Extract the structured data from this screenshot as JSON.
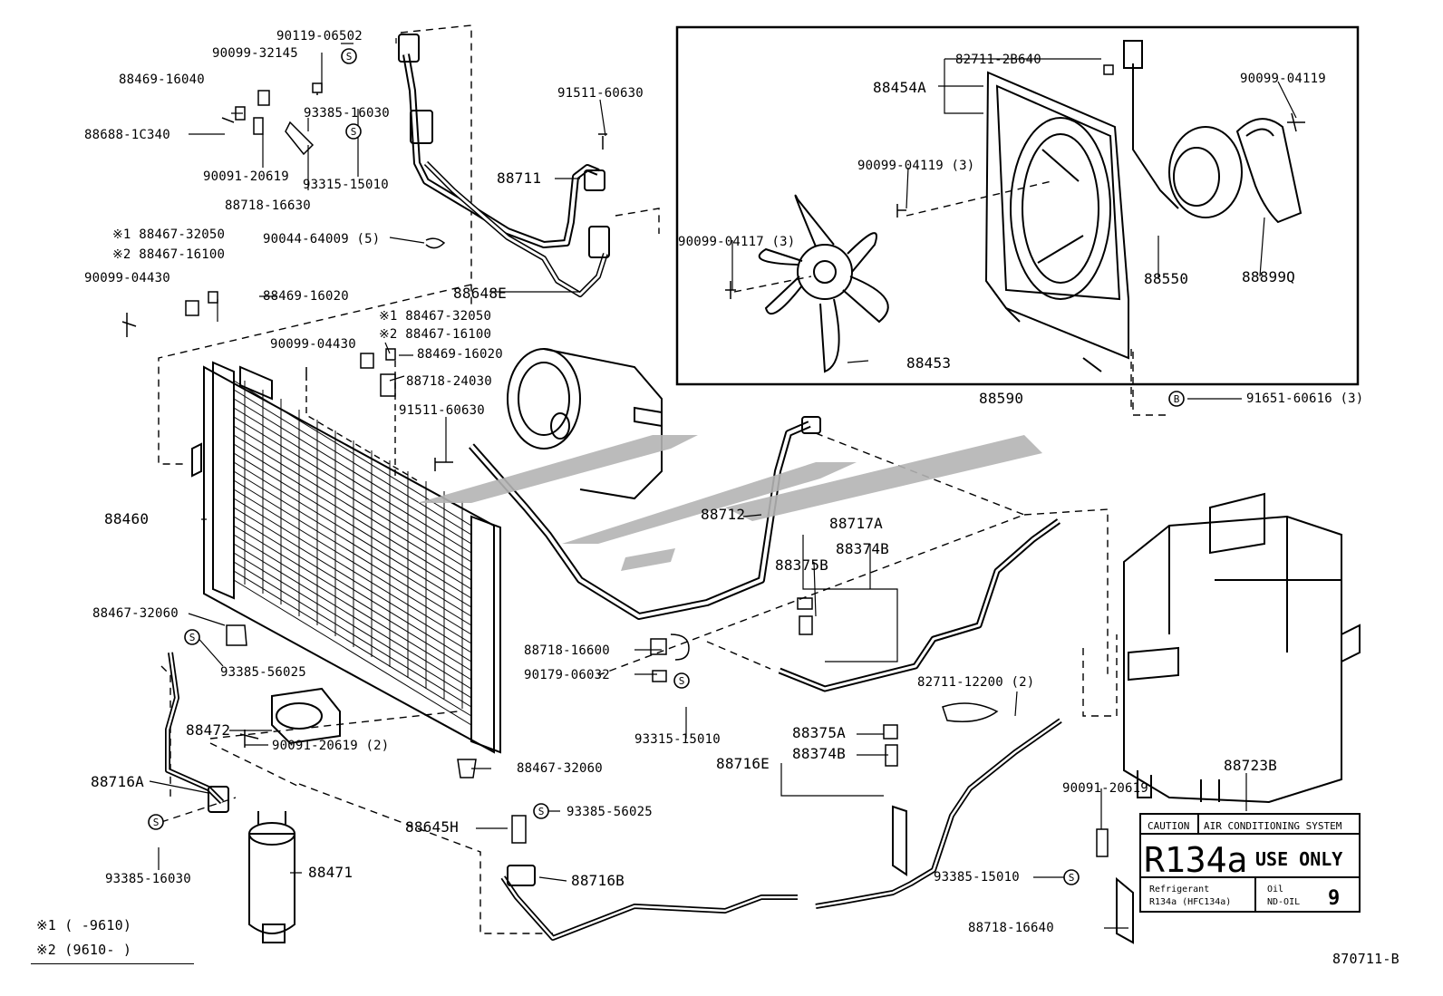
{
  "parts": {
    "p01": "90119-06502",
    "p02": "90099-32145",
    "p03": "88469-16040",
    "p04": "93385-16030",
    "p05": "88688-1C340",
    "p06": "90091-20619",
    "p07": "93315-15010",
    "p08": "88718-16630",
    "p09": "91511-60630",
    "p10": "88711",
    "p11": "90044-64009 (5)",
    "p12": "※1 88467-32050",
    "p13": "※2 88467-16100",
    "p14": "90099-04430",
    "p15": "88469-16020",
    "p16": "88648E",
    "p17": "※1 88467-32050",
    "p18": "※2 88467-16100",
    "p19": "90099-04430",
    "p20": "88469-16020",
    "p21": "88718-24030",
    "p22": "91511-60630",
    "p23": "82711-2B640",
    "p24": "88454A",
    "p25": "90099-04119",
    "p26": "90099-04119 (3)",
    "p27": "90099-04117 (3)",
    "p28": "88550",
    "p29": "88899Q",
    "p30": "88453",
    "p31": "88590",
    "p32": "91651-60616 (3)",
    "p33": "88460",
    "p34": "88712",
    "p35": "88717A",
    "p36": "88374B",
    "p37": "88375B",
    "p38": "88467-32060",
    "p39": "93385-56025",
    "p40": "88718-16600",
    "p41": "90179-06032",
    "p42": "82711-12200 (2)",
    "p43": "88472",
    "p44": "90091-20619 (2)",
    "p45": "93315-15010",
    "p46": "88375A",
    "p47": "88374B",
    "p48": "88716E",
    "p49": "88467-32060",
    "p50": "88716A",
    "p51": "93385-56025",
    "p52": "88645H",
    "p53": "88723B",
    "p54": "93385-16030",
    "p55": "88471",
    "p56": "88716B",
    "p57": "90091-20619",
    "p58": "93385-15010",
    "p59": "88718-16640"
  },
  "footnotes": {
    "n1": "※1 (      -9610)",
    "n2": "※2 (9610-      )"
  },
  "diagram_code": "870711-B",
  "caution_label": {
    "caution": "CAUTION",
    "system": "AIR CONDITIONING SYSTEM",
    "main": "R134a",
    "use_only": "USE ONLY",
    "refrigerant_line1": "Refrigerant",
    "refrigerant_line2": "R134a (HFC134a)",
    "oil_line1": "Oil",
    "oil_line2": "ND-OIL",
    "oil_grade": "9"
  },
  "circle_marks": {
    "s": "S",
    "b": "B"
  },
  "colors": {
    "ink": "#000000",
    "watermark": "#b4b4b4"
  }
}
